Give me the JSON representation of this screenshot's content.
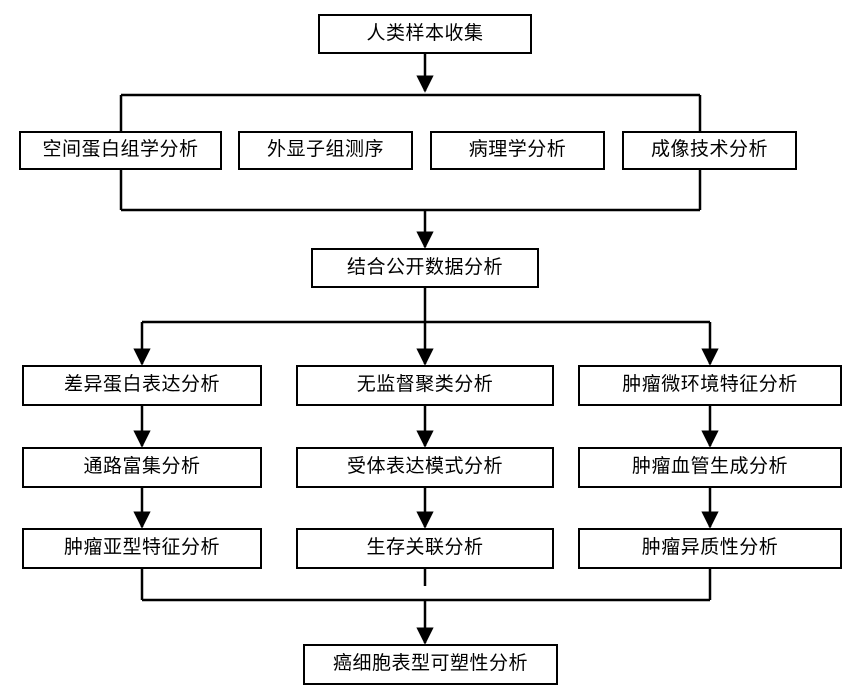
{
  "diagram": {
    "type": "flowchart",
    "orientation": "top-to-bottom",
    "background_color": "#ffffff",
    "line_color": "#000000",
    "box_fill": "#ffffff",
    "box_border_color": "#000000",
    "nodes": {
      "start": {
        "label": "人类样本收集"
      },
      "row2": [
        {
          "label": "空间蛋白组学分析"
        },
        {
          "label": "外显子组测序"
        },
        {
          "label": "病理学分析"
        },
        {
          "label": "成像技术分析"
        }
      ],
      "merge": {
        "label": "结合公开数据分析"
      },
      "columns": [
        {
          "steps": [
            {
              "label": "差异蛋白表达分析"
            },
            {
              "label": "通路富集分析"
            },
            {
              "label": "肿瘤亚型特征分析"
            }
          ]
        },
        {
          "steps": [
            {
              "label": "无监督聚类分析"
            },
            {
              "label": "受体表达模式分析"
            },
            {
              "label": "生存关联分析"
            }
          ]
        },
        {
          "steps": [
            {
              "label": "肿瘤微环境特征分析"
            },
            {
              "label": "肿瘤血管生成分析"
            },
            {
              "label": "肿瘤异质性分析"
            }
          ]
        }
      ],
      "end": {
        "label": "癌细胞表型可塑性分析"
      }
    }
  }
}
